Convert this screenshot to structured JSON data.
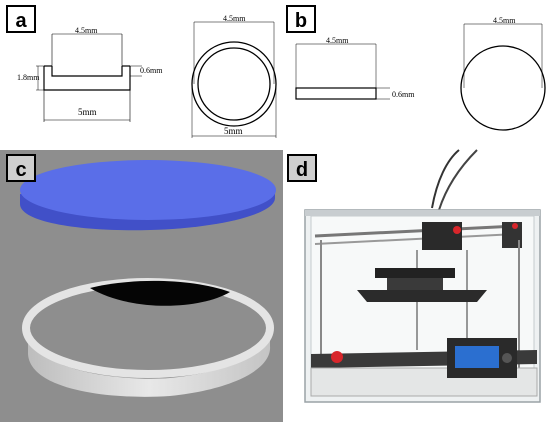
{
  "panel_a": {
    "label": "a",
    "cross_section": {
      "top_width": "4.5mm",
      "height": "1.8mm",
      "thickness": "0.6mm",
      "bottom_width": "5mm"
    },
    "top_view": {
      "inner_diameter": "4.5mm",
      "outer_diameter": "5mm"
    }
  },
  "panel_b": {
    "label": "b",
    "cross_section": {
      "width": "4.5mm",
      "thickness": "0.6mm"
    },
    "top_view": {
      "diameter": "4.5mm"
    }
  },
  "panel_c": {
    "label": "c",
    "colors": {
      "disc": "#5a6ee8",
      "ring": "#cfcfcf",
      "background": "#8e8e8e"
    }
  },
  "panel_d": {
    "label": "d"
  }
}
